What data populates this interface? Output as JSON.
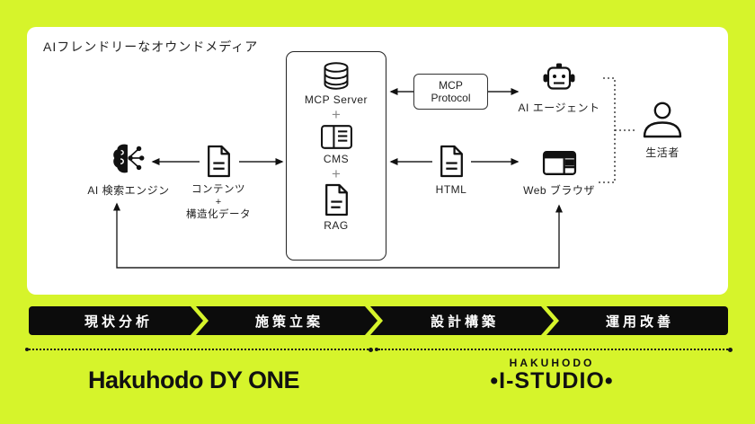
{
  "colors": {
    "background": "#d6f42b",
    "panel": "#ffffff",
    "ink": "#1a1a1a",
    "banner": "#0c0c0c",
    "banner_text": "#ffffff"
  },
  "panel": {
    "title": "AIフレンドリーなオウンドメディア"
  },
  "nodes": {
    "ai_search": {
      "label": "AI 検索エンジン",
      "icon": "brain-network-icon"
    },
    "content": {
      "line1": "コンテンツ",
      "line2": "+",
      "line3": "構造化データ",
      "icon": "document-icon"
    },
    "stack": {
      "mcp_server": "MCP Server",
      "plus1": "+",
      "cms": "CMS",
      "plus2": "+",
      "rag": "RAG",
      "icons": [
        "database-icon",
        "cms-panel-icon",
        "document-icon"
      ]
    },
    "mcp_protocol": {
      "line1": "MCP",
      "line2": "Protocol"
    },
    "ai_agent": {
      "label": "AI エージェント",
      "icon": "robot-icon"
    },
    "html": {
      "label": "HTML",
      "icon": "document-icon"
    },
    "browser": {
      "label": "Web ブラウザ",
      "icon": "browser-window-icon"
    },
    "person": {
      "label": "生活者",
      "icon": "person-icon"
    }
  },
  "process_steps": [
    {
      "label": "現状分析"
    },
    {
      "label": "施策立案"
    },
    {
      "label": "設計構築"
    },
    {
      "label": "運用改善"
    }
  ],
  "logos": {
    "left": "Hakuhodo DY ONE",
    "right_top": "HAKUHODO",
    "right_bottom": "•I-STUDIO•"
  }
}
